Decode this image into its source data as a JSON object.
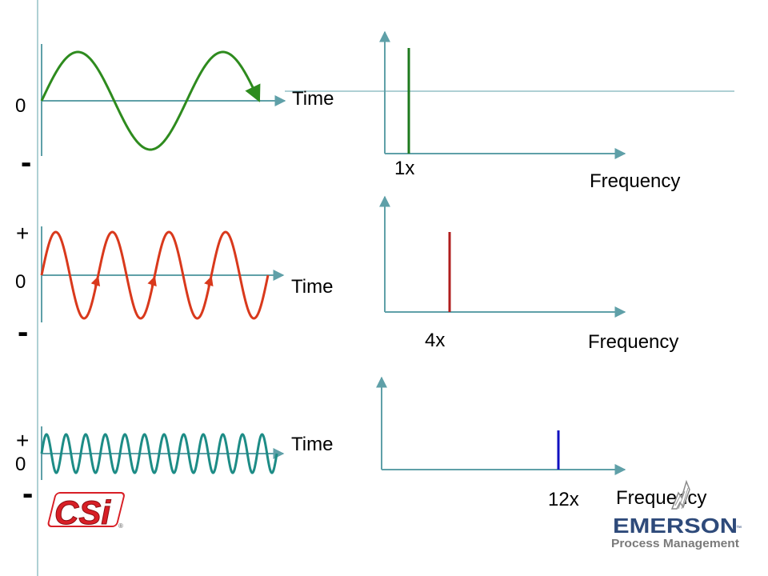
{
  "colors": {
    "background": "#ffffff",
    "axis": "#5fa0a8",
    "text": "#000000",
    "wave_1x": "#2e8b1e",
    "wave_4x": "#d9391c",
    "wave_12x": "#1d8c86",
    "line_1x": "#1e7a1e",
    "line_4x": "#b01e1e",
    "line_12x": "#1010c0",
    "csi_logo": "#d81f26",
    "emerson_logo": "#2e4a7a"
  },
  "panels": [
    {
      "id": "1x",
      "time_label": "Time",
      "zero_label": "0",
      "plus_label": "",
      "minus_label": "-",
      "frequency_label": "Frequency",
      "harmonic_label": "1x",
      "cycles": 1.5,
      "frequency_multiple": 1
    },
    {
      "id": "4x",
      "time_label": "Time",
      "zero_label": "0",
      "plus_label": "+",
      "minus_label": "-",
      "frequency_label": "Frequency",
      "harmonic_label": "4x",
      "cycles": 4,
      "frequency_multiple": 4
    },
    {
      "id": "12x",
      "time_label": "Time",
      "zero_label": "0",
      "plus_label": "+",
      "minus_label": "-",
      "frequency_label": "Frequency",
      "harmonic_label": "12x",
      "cycles": 12,
      "frequency_multiple": 12
    }
  ],
  "logos": {
    "csi_text": "CSi",
    "emerson_text": "EMERSON",
    "emerson_subtitle": "Process Management"
  }
}
